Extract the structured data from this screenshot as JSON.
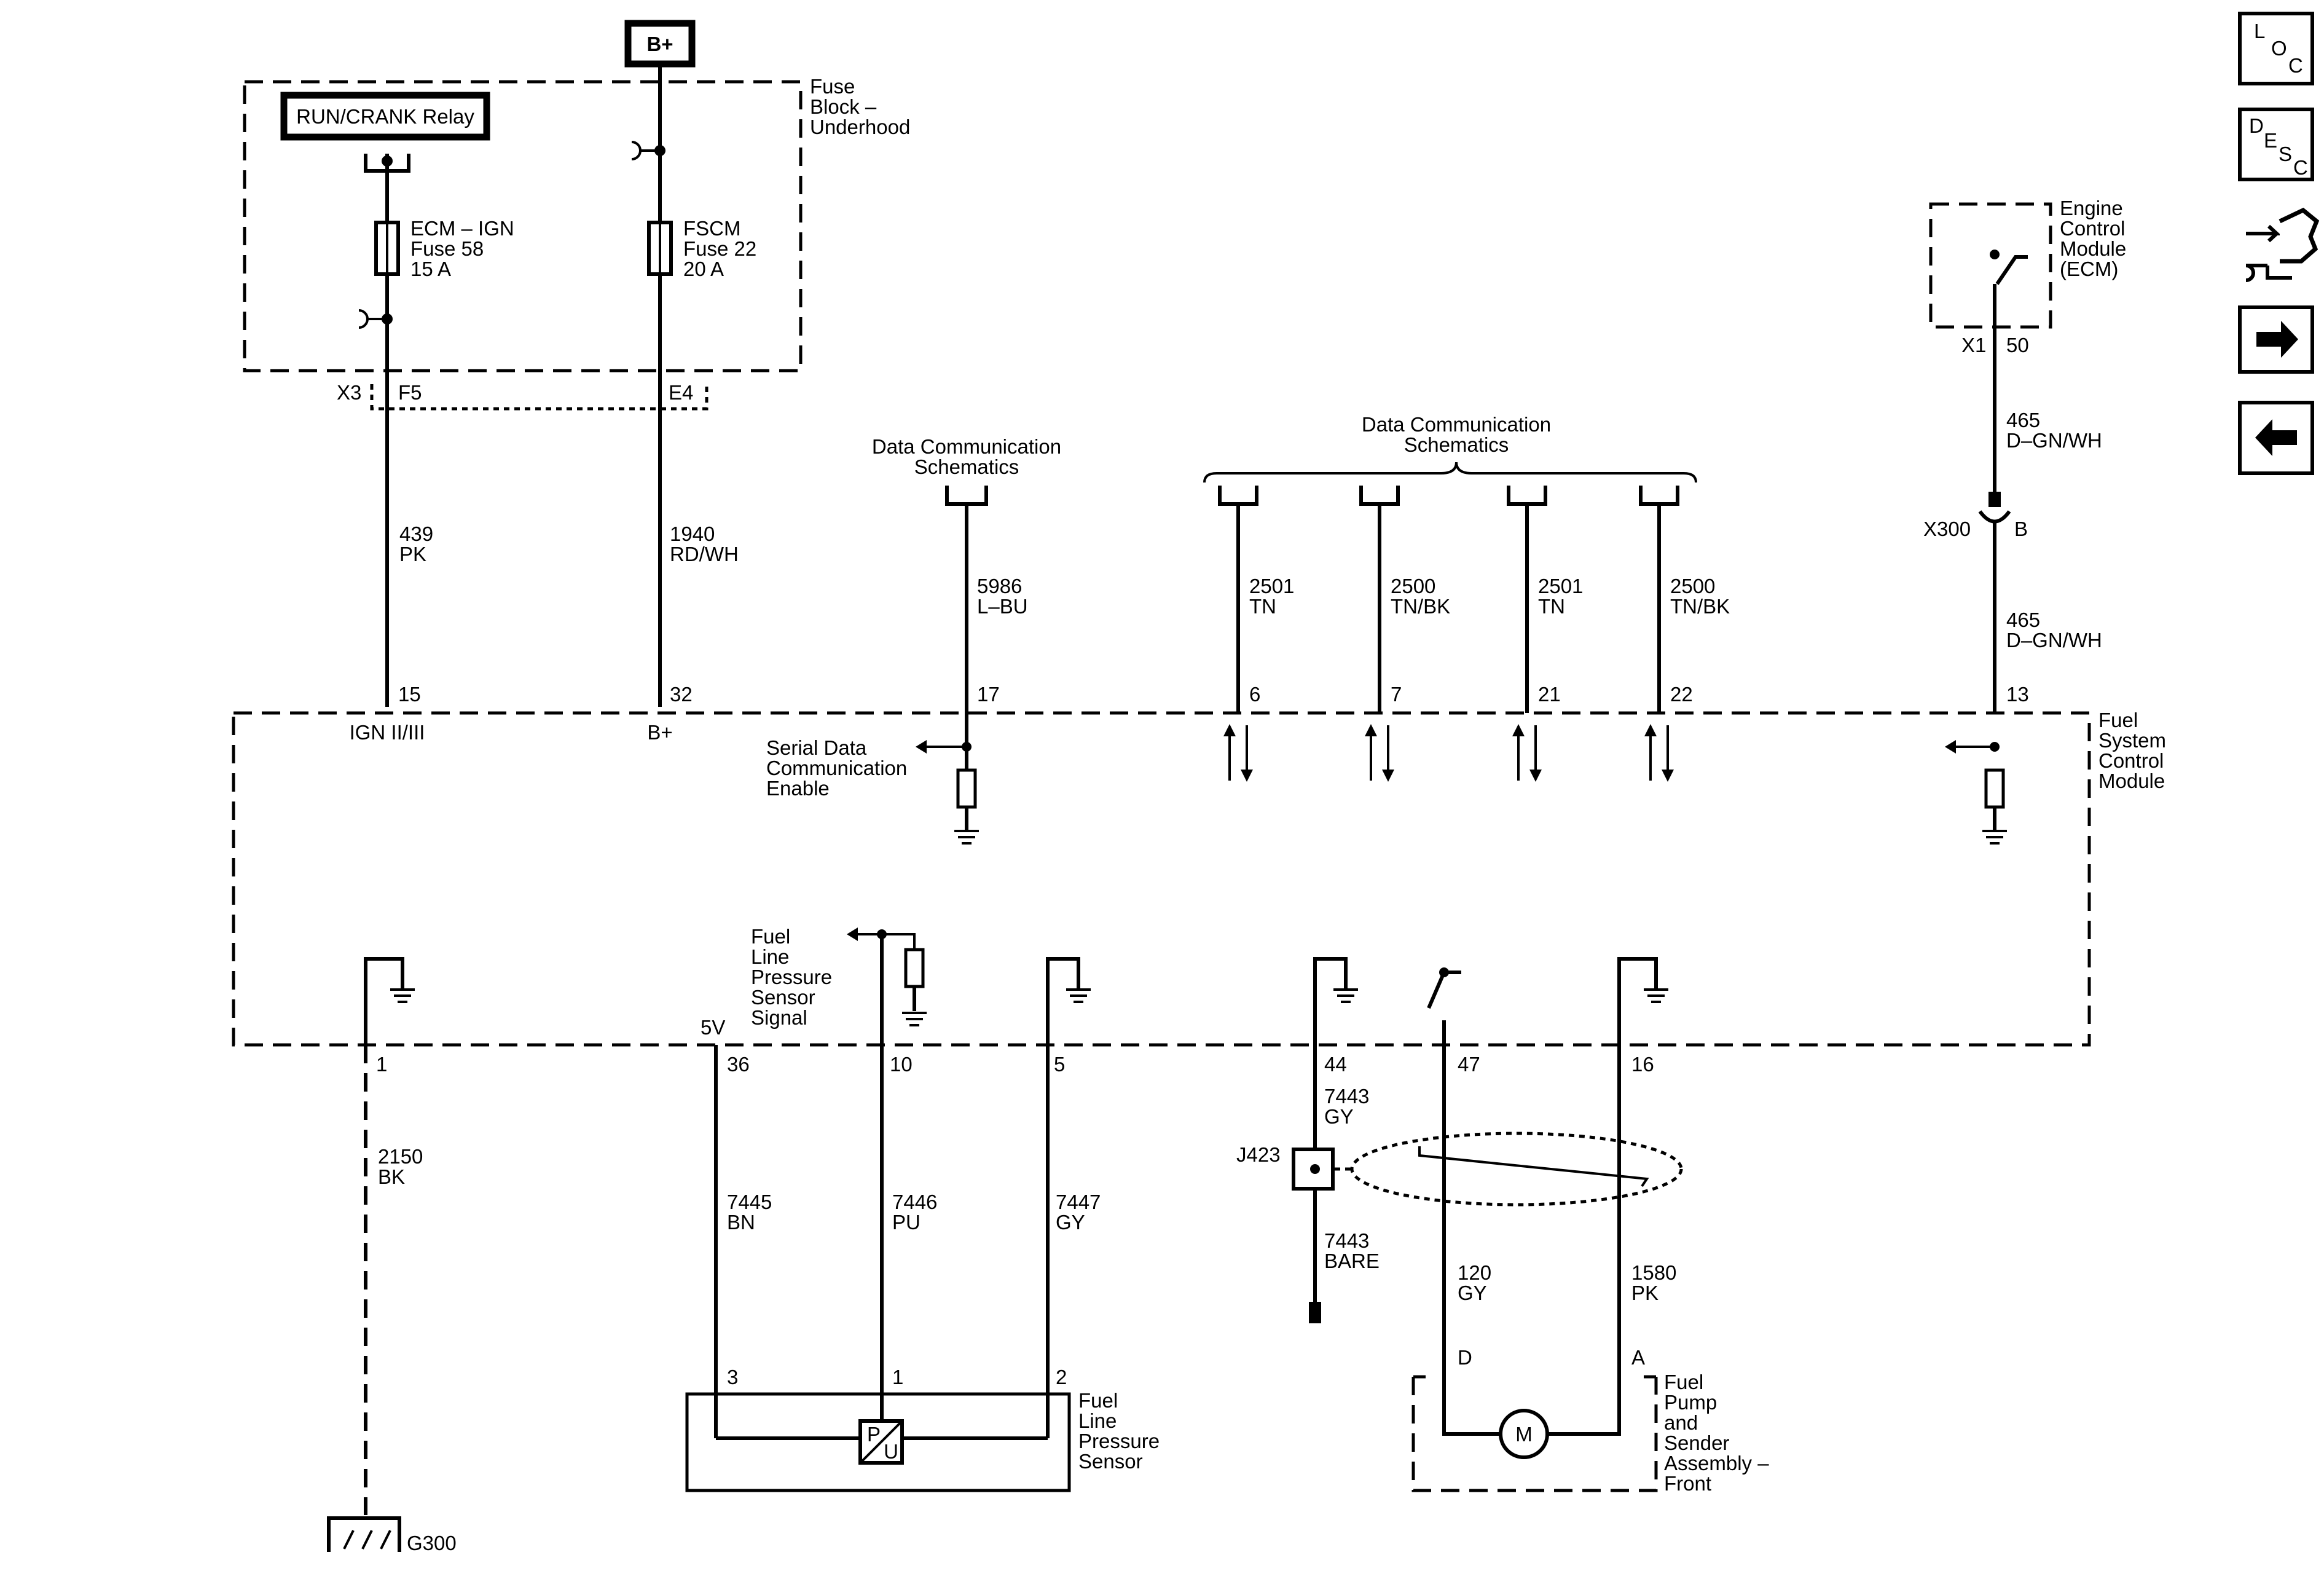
{
  "blocks": {
    "b_plus": "B+",
    "run_crank_relay": "RUN/CRANK Relay",
    "fuse_block": [
      "Fuse",
      "Block –",
      "Underhood"
    ],
    "ecm_fuse": [
      "ECM – IGN",
      "Fuse 58",
      "15 A"
    ],
    "fscm_fuse": [
      "FSCM",
      "Fuse 22",
      "20 A"
    ],
    "ecm_module": [
      "Engine",
      "Control",
      "Module",
      "(ECM)"
    ],
    "fscm_module": [
      "Fuel",
      "System",
      "Control",
      "Module"
    ],
    "fuel_pressure_sensor": [
      "Fuel",
      "Line",
      "Pressure",
      "Sensor"
    ],
    "fuel_pump_assembly": [
      "Fuel",
      "Pump",
      "and",
      "Sender",
      "Assembly –",
      "Front"
    ],
    "data_comm_left": [
      "Data Communication",
      "Schematics"
    ],
    "data_comm_right": [
      "Data Communication",
      "Schematics"
    ],
    "serial_data": [
      "Serial Data",
      "Communication",
      "Enable"
    ],
    "fuel_line_signal": [
      "Fuel",
      "Line",
      "Pressure",
      "Sensor",
      "Signal"
    ]
  },
  "connectors": {
    "x3": "X3",
    "f5": "F5",
    "e4": "E4",
    "x1": "X1",
    "x1_pin": "50",
    "x300": "X300",
    "x300_pin": "B",
    "j423": "J423",
    "g300": "G300"
  },
  "pins": {
    "p15": "15",
    "p32": "32",
    "p17": "17",
    "p6": "6",
    "p7": "7",
    "p21": "21",
    "p22": "22",
    "p13": "13",
    "p1": "1",
    "p36": "36",
    "p10": "10",
    "p5": "5",
    "p44": "44",
    "p47": "47",
    "p16": "16",
    "s3": "3",
    "s1": "1",
    "s2": "2",
    "pump_d": "D",
    "pump_a": "A"
  },
  "pin_labels": {
    "ign": "IGN II/III",
    "bplus": "B+",
    "v5": "5V"
  },
  "wires": {
    "w439": [
      "439",
      "PK"
    ],
    "w1940": [
      "1940",
      "RD/WH"
    ],
    "w5986": [
      "5986",
      "L–BU"
    ],
    "w2501a": [
      "2501",
      "TN"
    ],
    "w2500a": [
      "2500",
      "TN/BK"
    ],
    "w2501b": [
      "2501",
      "TN"
    ],
    "w2500b": [
      "2500",
      "TN/BK"
    ],
    "w465a": [
      "465",
      "D–GN/WH"
    ],
    "w465b": [
      "465",
      "D–GN/WH"
    ],
    "w2150": [
      "2150",
      "BK"
    ],
    "w7445": [
      "7445",
      "BN"
    ],
    "w7446": [
      "7446",
      "PU"
    ],
    "w7447": [
      "7447",
      "GY"
    ],
    "w7443a": [
      "7443",
      "GY"
    ],
    "w7443b": [
      "7443",
      "BARE"
    ],
    "w120": [
      "120",
      "GY"
    ],
    "w1580": [
      "1580",
      "PK"
    ]
  },
  "sensor_symbol": {
    "p": "P",
    "u": "U"
  },
  "motor_symbol": "M",
  "nav": {
    "loc": [
      "L",
      "O",
      "C"
    ],
    "desc": [
      "D",
      "E",
      "S",
      "C"
    ],
    "icons": [
      "connector-wrench-icon",
      "arrow-right-icon",
      "arrow-left-icon"
    ]
  }
}
